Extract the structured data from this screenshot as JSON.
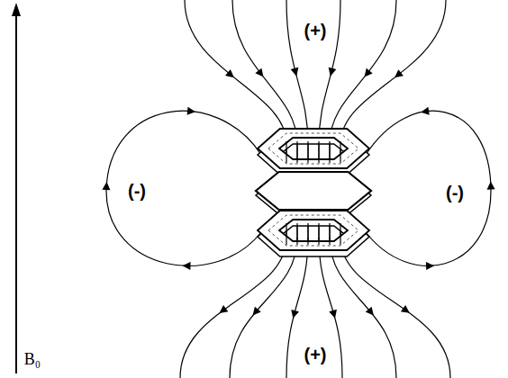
{
  "diagram": {
    "labels": [
      "(+)",
      "(-)",
      "(-)",
      "(+)",
      "B₀"
    ]
  }
}
